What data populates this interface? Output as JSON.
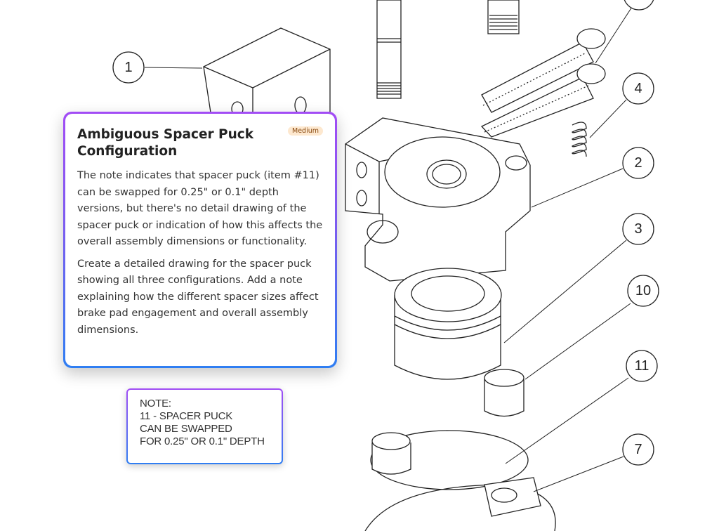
{
  "callouts": [
    "1",
    "4",
    "2",
    "3",
    "10",
    "11",
    "7"
  ],
  "issue": {
    "title": "Ambiguous Spacer Puck Configuration",
    "severity": "Medium",
    "description": "The note indicates that spacer puck (item #11) can be swapped for 0.25\" or 0.1\" depth versions, but there's no detail drawing of the spacer puck or indication of how this affects the overall assembly dimensions or functionality.",
    "recommendation": "Create a detailed drawing for the spacer puck showing all three configurations. Add a note explaining how the different spacer sizes affect brake pad engagement and overall assembly dimensions."
  },
  "note": {
    "lines": [
      "NOTE:",
      "11 - SPACER PUCK",
      "CAN BE SWAPPED",
      "FOR 0.25\" OR 0.1\" DEPTH"
    ]
  },
  "colors": {
    "gradient_top": "#a24cf5",
    "gradient_bottom": "#2f7ef2",
    "badge_bg": "#fde8cf"
  }
}
